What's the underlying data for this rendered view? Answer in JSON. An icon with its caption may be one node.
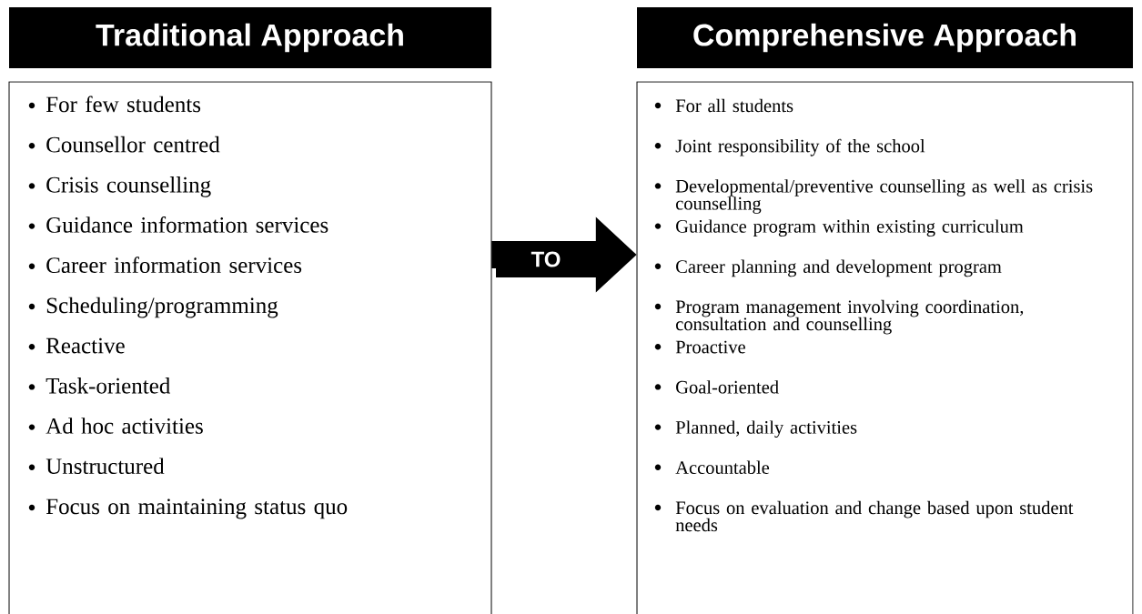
{
  "diagram": {
    "nodes": [
      {
        "text": [
          "Traditional Approach"
        ]
      },
      {
        "text": [
          "For few students",
          "Counsellor centred",
          "Crisis counselling",
          "Guidance information services",
          "Career information services",
          "Scheduling/programming",
          "Reactive",
          "Task-oriented",
          "Ad hoc activities",
          "Unstructured",
          "Focus on maintaining status quo"
        ]
      },
      {
        "text": [
          "Comprehensive Approach"
        ]
      },
      {
        "text": [
          "For all students",
          "Joint responsibility of the school",
          "Developmental/preventive counselling as well as crisis counselling",
          "Guidance program within existing curriculum",
          "Career planning and development program",
          "Program management involving coordination, consultation and counselling",
          "Proactive",
          "Goal-oriented",
          "Planned, daily activities",
          "Accountable",
          "Focus on evaluation and change based upon student needs"
        ]
      }
    ],
    "edges": [
      {
        "from": 1,
        "to": 3,
        "arrow": "to",
        "label": "TO"
      }
    ]
  }
}
